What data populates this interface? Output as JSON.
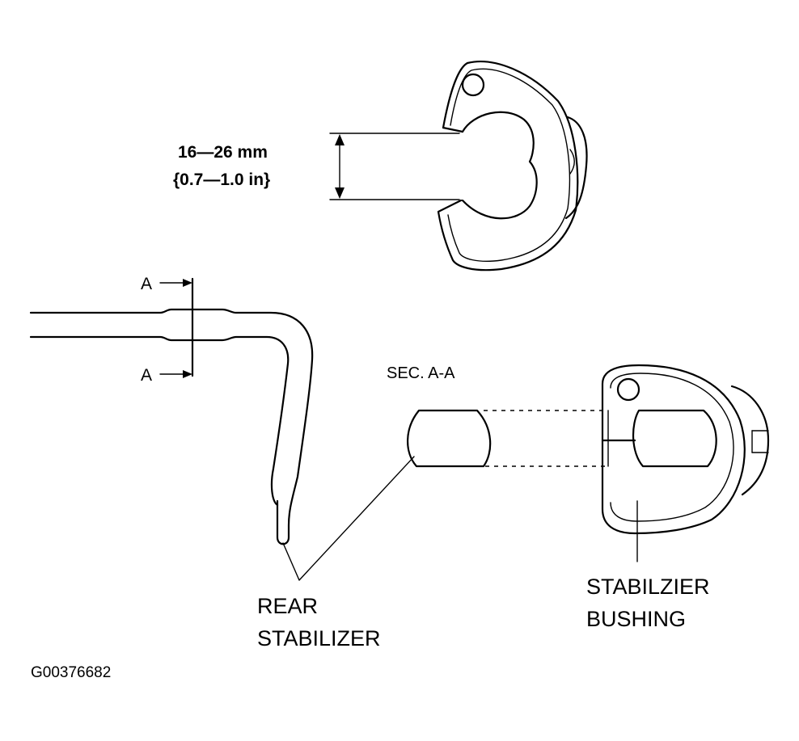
{
  "dimension": {
    "metric": "16—26 mm",
    "imperial": "{0.7—1.0 in}"
  },
  "section_marker": {
    "top": "A",
    "bottom": "A"
  },
  "section_title": "SEC. A-A",
  "labels": {
    "rear_stabilizer": [
      "REAR",
      "STABILIZER"
    ],
    "stabilizer_bushing": [
      "STABILZIER",
      "BUSHING"
    ]
  },
  "figure_code": "G00376682"
}
